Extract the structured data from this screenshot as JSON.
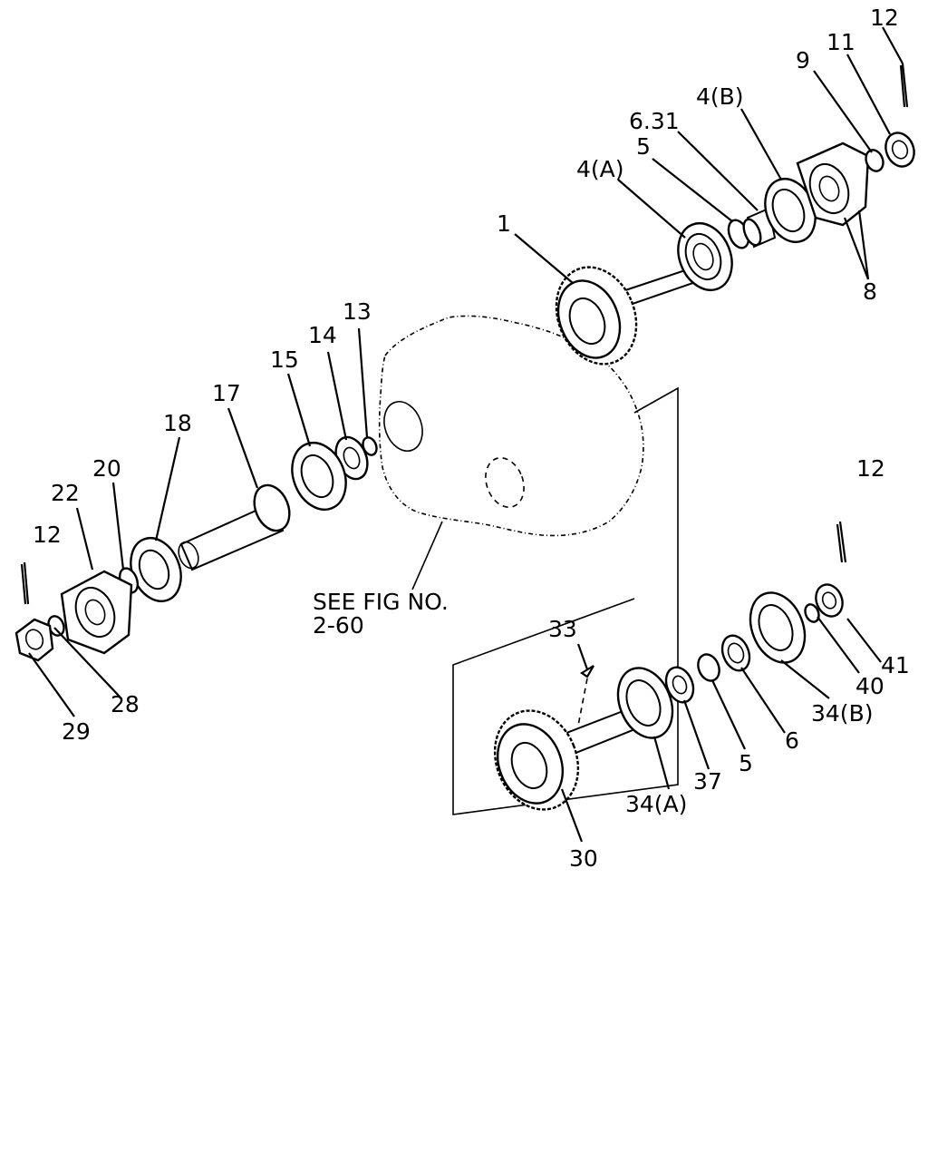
{
  "diagram": {
    "reference_note": {
      "line1": "SEE FIG NO.",
      "line2": "2-60"
    },
    "callouts": {
      "c1": "1",
      "c4a_top": "4(A)",
      "c4b_top": "4(B)",
      "c5_top": "5",
      "c631": "6.31",
      "c8": "8",
      "c9": "9",
      "c11": "11",
      "c12_topright": "12",
      "c13": "13",
      "c14": "14",
      "c15": "15",
      "c17": "17",
      "c18": "18",
      "c20": "20",
      "c22": "22",
      "c12_left": "12",
      "c28": "28",
      "c29": "29",
      "c12_right": "12",
      "c33": "33",
      "c41": "41",
      "c40": "40",
      "c34b": "34(B)",
      "c6_bottom": "6",
      "c5_bottom": "5",
      "c37": "37",
      "c34a": "34(A)",
      "c30": "30"
    }
  }
}
